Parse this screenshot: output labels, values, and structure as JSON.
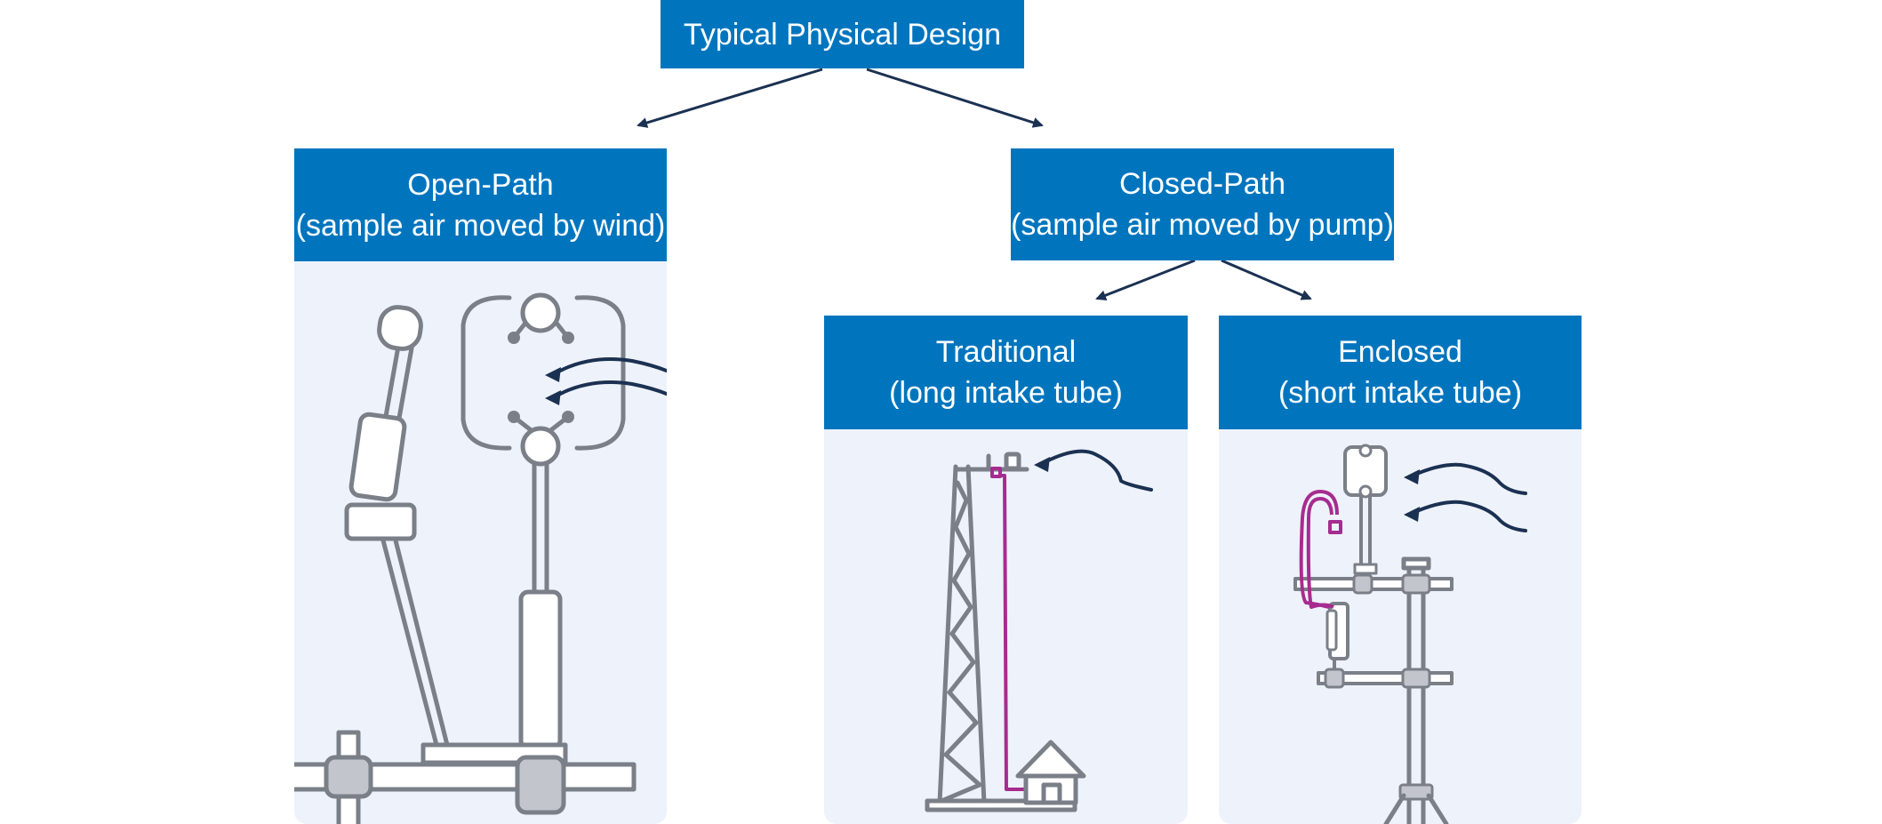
{
  "root": {
    "label": "Typical Physical Design"
  },
  "open_path": {
    "line1": "Open-Path",
    "line2": "(sample air moved by wind)"
  },
  "closed_path": {
    "line1": "Closed-Path",
    "line2": "(sample air moved by pump)"
  },
  "traditional": {
    "line1": "Traditional",
    "line2": "(long intake tube)"
  },
  "enclosed": {
    "line1": "Enclosed",
    "line2": "(short intake tube)"
  },
  "colors": {
    "header": "#0075BE",
    "panel": "#EEF2FA",
    "arrow": "#1B3152",
    "instrument": "#7A7F88",
    "tube": "#A72C8F"
  }
}
